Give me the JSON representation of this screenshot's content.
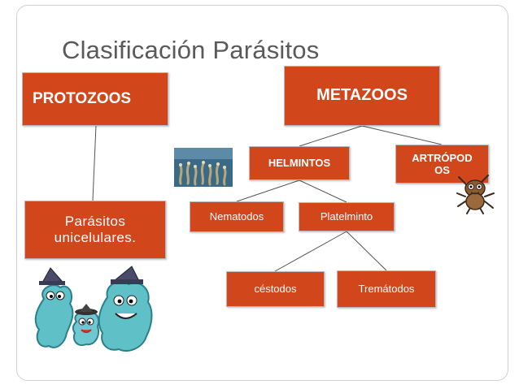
{
  "title": "Clasificación Parásitos",
  "nodes": {
    "protozoos": "PROTOZOOS",
    "metazoos": "METAZOOS",
    "helmintos": "HELMINTOS",
    "artropodos_line1": "ARTRÓPOD",
    "artropodos_line2": "OS",
    "unicelulares_line1": "Parásitos",
    "unicelulares_line2": "unicelulares.",
    "nematodos": "Nematodos",
    "platelminto": "Platelminto",
    "cestodos": "céstodos",
    "trematodos": "Tremátodos"
  },
  "colors": {
    "box_fill": "#d2461c",
    "box_text": "#ffffff",
    "title_text": "#5a5a5a",
    "connector": "#555555"
  },
  "icons": [
    "worms-image",
    "ant-image",
    "amoeba-cartoon-image"
  ]
}
